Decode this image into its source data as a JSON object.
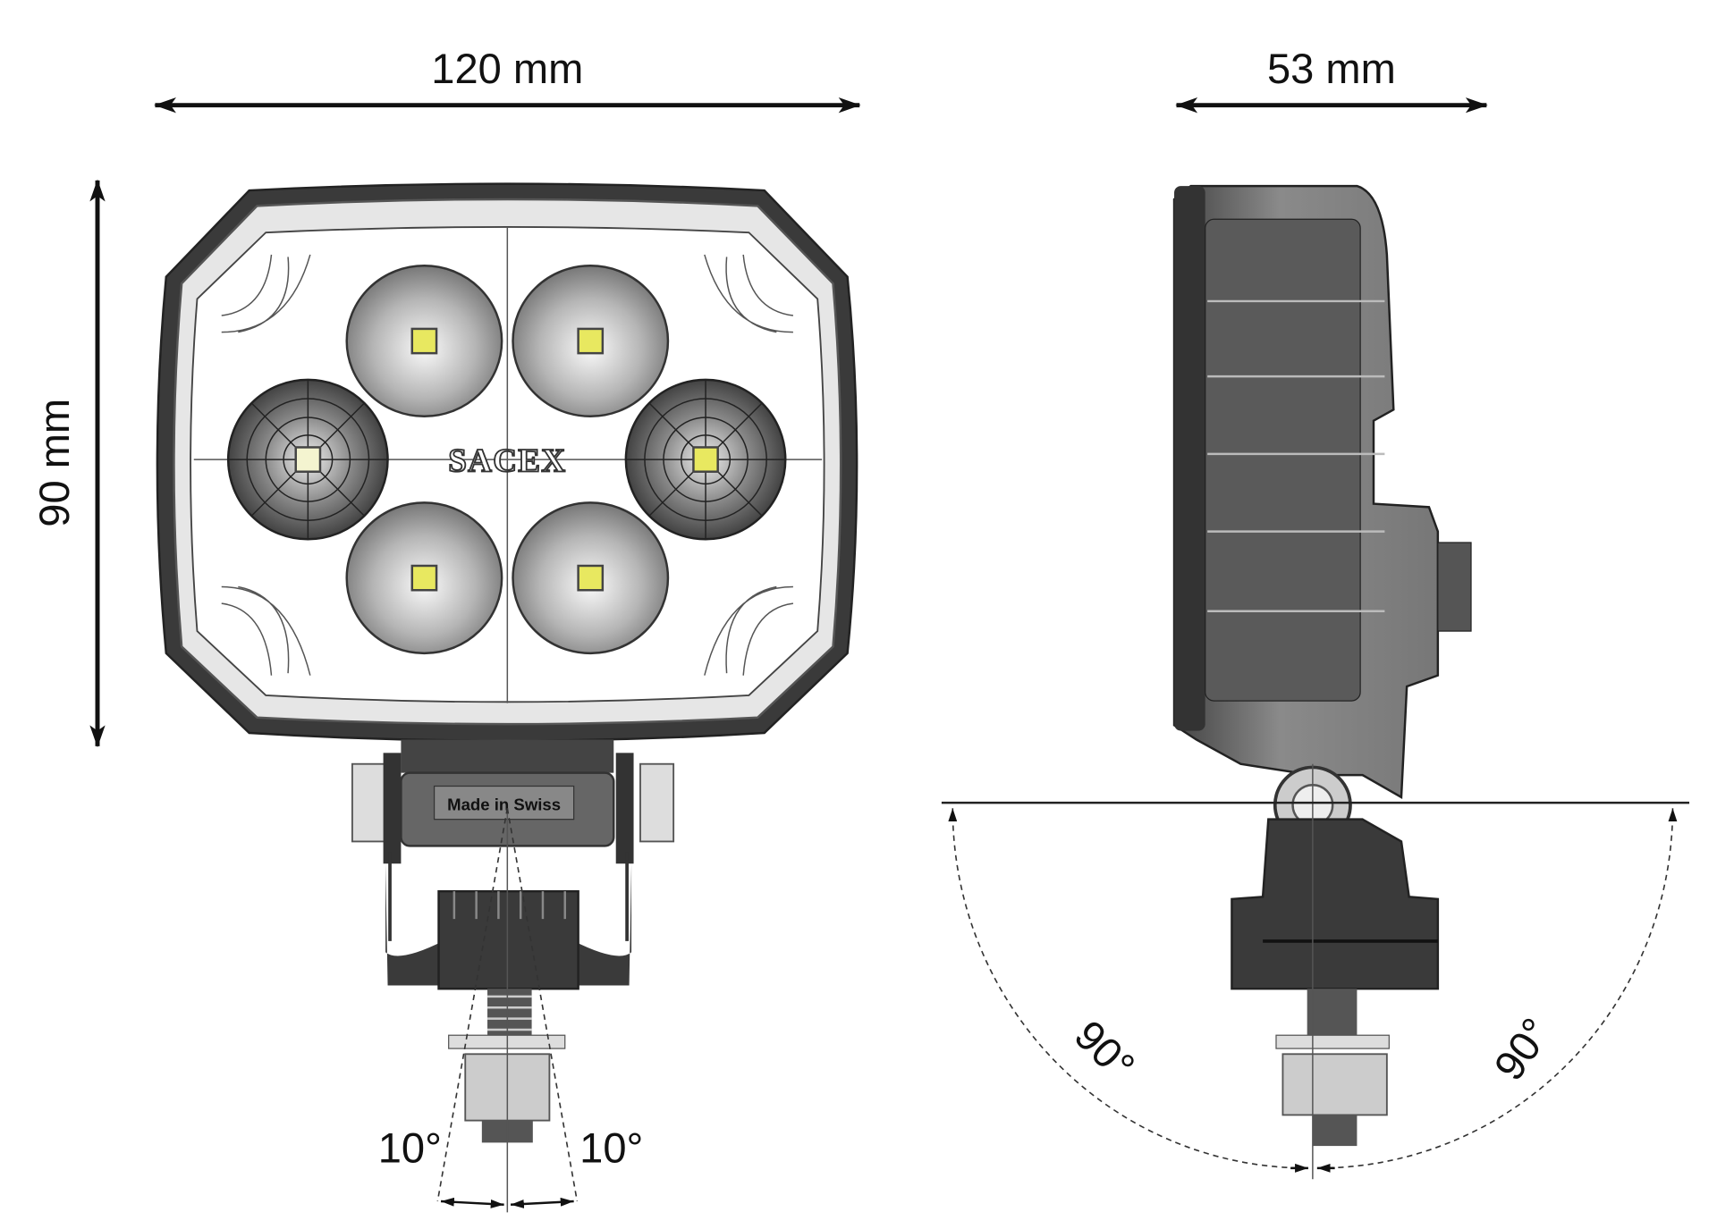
{
  "dimensions": {
    "width": "120 mm",
    "height": "90 mm",
    "depth": "53 mm"
  },
  "angles": {
    "tilt_left": "10°",
    "tilt_right": "10°",
    "swivel_left": "90°",
    "swivel_right": "90°"
  },
  "markings": {
    "logo": "SACEX",
    "origin_label": "Made in Swiss"
  },
  "colors": {
    "housing": "#3a3a3a",
    "led": "#e8e860",
    "lens": "#9a9a9a"
  }
}
